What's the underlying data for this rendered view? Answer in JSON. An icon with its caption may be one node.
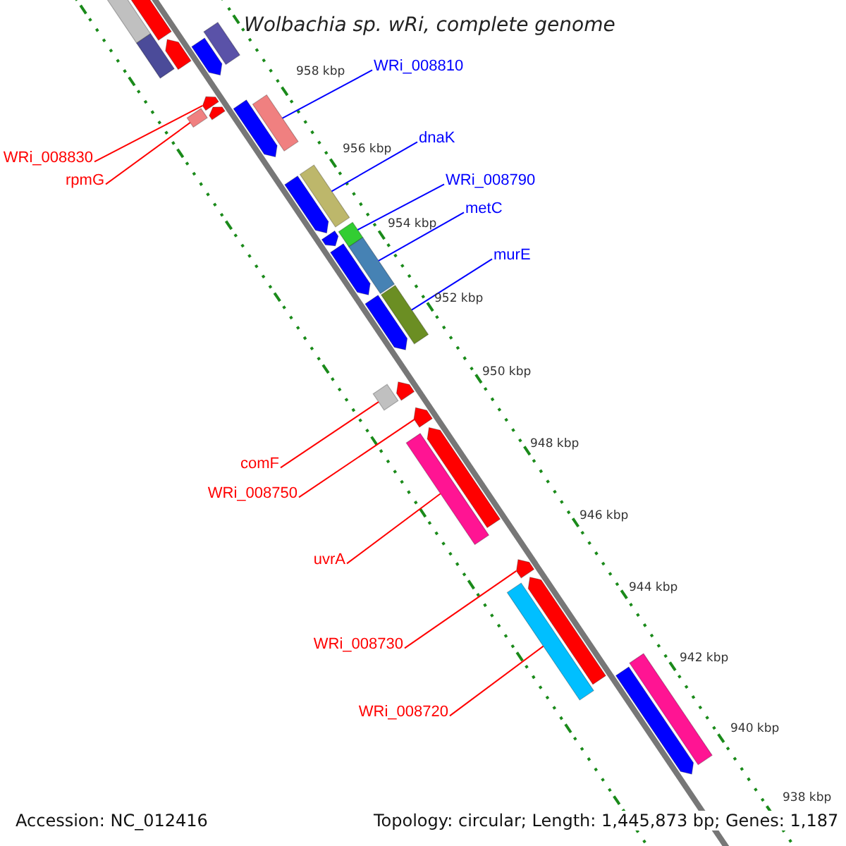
{
  "diagram": {
    "title": "Wolbachia sp. wRi, complete genome",
    "nodes": [
      {
        "text": [
          "WRi_008810"
        ]
      },
      {
        "text": [
          "dnaK"
        ]
      },
      {
        "text": [
          "WRi_008830"
        ]
      },
      {
        "text": [
          "rpmG"
        ]
      },
      {
        "text": [
          "WRi_008790"
        ]
      },
      {
        "text": [
          "metC"
        ]
      },
      {
        "text": [
          "murE"
        ]
      },
      {
        "text": [
          "comF"
        ]
      },
      {
        "text": [
          "WRi_008750"
        ]
      },
      {
        "text": [
          "uvrA"
        ]
      },
      {
        "text": [
          "WRi_008730"
        ]
      },
      {
        "text": [
          "WRi_008720"
        ]
      },
      {
        "text": [],
        "shape": "bar"
      },
      {
        "text": [],
        "shape": "bar"
      },
      {
        "text": [],
        "shape": "pentagon"
      },
      {
        "text": [],
        "shape": "bar"
      },
      {
        "text": [],
        "shape": "bar"
      },
      {
        "text": [],
        "shape": "bar"
      },
      {
        "text": [],
        "shape": "bar"
      },
      {
        "text": [],
        "shape": "bar"
      },
      {
        "text": [],
        "shape": "pentagon"
      },
      {
        "text": [],
        "shape": "bar"
      },
      {
        "text": [],
        "shape": "pentagon"
      },
      {
        "text": [],
        "shape": "bar"
      },
      {
        "text": [],
        "shape": "bar"
      },
      {
        "text": [],
        "shape": "bar"
      },
      {
        "text": [],
        "shape": "bar"
      },
      {
        "text": [],
        "shape": "pentagon"
      },
      {
        "text": [],
        "shape": "bar"
      },
      {
        "text": [],
        "shape": "pentagon"
      },
      {
        "text": [],
        "shape": "pentagon"
      },
      {
        "text": [],
        "shape": "pentagon"
      },
      {
        "text": [],
        "shape": "pentagon"
      },
      {
        "text": [],
        "shape": "pentagon"
      },
      {
        "text": [],
        "shape": "pentagon"
      },
      {
        "text": [],
        "shape": "pentagon"
      },
      {
        "text": [],
        "shape": "pentagon"
      },
      {
        "text": [],
        "shape": "pentagon"
      },
      {
        "text": [],
        "shape": "pentagon"
      },
      {
        "text": [],
        "shape": "bar"
      },
      {
        "text": [],
        "shape": "pentagon"
      }
    ],
    "edges": [
      {
        "from": 0,
        "to": 12,
        "arrow": "none",
        "color": "#0000ff"
      },
      {
        "from": 1,
        "to": 13,
        "arrow": "none",
        "color": "#0000ff"
      },
      {
        "from": 2,
        "to": 14,
        "arrow": "none",
        "color": "#ff0000"
      },
      {
        "from": 3,
        "to": 15,
        "arrow": "none",
        "color": "#ff0000"
      },
      {
        "from": 4,
        "to": 16,
        "arrow": "none",
        "color": "#0000ff"
      },
      {
        "from": 5,
        "to": 17,
        "arrow": "none",
        "color": "#0000ff"
      },
      {
        "from": 6,
        "to": 18,
        "arrow": "none",
        "color": "#0000ff"
      },
      {
        "from": 7,
        "to": 19,
        "arrow": "none",
        "color": "#ff0000"
      },
      {
        "from": 8,
        "to": 20,
        "arrow": "none",
        "color": "#ff0000"
      },
      {
        "from": 9,
        "to": 21,
        "arrow": "none",
        "color": "#ff0000"
      },
      {
        "from": 10,
        "to": 22,
        "arrow": "none",
        "color": "#ff0000"
      },
      {
        "from": 11,
        "to": 23,
        "arrow": "none",
        "color": "#ff0000"
      }
    ],
    "labels": [
      "958 kbp",
      "956 kbp",
      "954 kbp",
      "952 kbp",
      "950 kbp",
      "948 kbp",
      "946 kbp",
      "944 kbp",
      "942 kbp",
      "940 kbp",
      "938 kbp",
      "Accession: NC_012416",
      "Topology: circular; Length: 1,445,873 bp; Genes: 1,187"
    ]
  }
}
